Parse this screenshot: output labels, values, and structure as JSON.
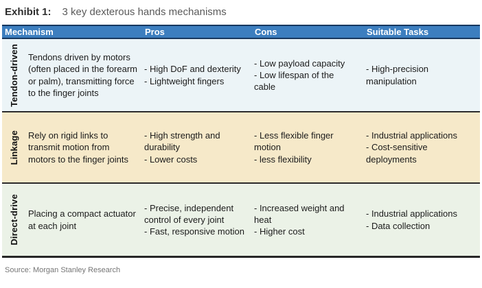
{
  "title": {
    "exhibit": "Exhibit 1:",
    "text": "3 key dexterous hands mechanisms"
  },
  "table": {
    "headers": [
      "Mechanism",
      "Pros",
      "Cons",
      "Suitable Tasks"
    ],
    "header_color": "#3c7ebf",
    "header_border_color": "#17375e",
    "row_colors": [
      "#ecf4f7",
      "#f6e9c9",
      "#ebf2e7"
    ],
    "rows": [
      {
        "mechanism": "Tendon-driven",
        "description": "Tendons driven by motors (often placed in the forearm or palm), transmitting force to the finger joints",
        "pros": [
          "- High DoF and dexterity",
          "- Lightweight fingers"
        ],
        "cons": [
          "- Low payload capacity",
          "- Low lifespan of the cable"
        ],
        "tasks": [
          "- High-precision manipulation"
        ]
      },
      {
        "mechanism": "Linkage",
        "description": "Rely on rigid links to transmit motion from motors to the finger joints",
        "pros": [
          "- High strength and durability",
          "- Lower costs"
        ],
        "cons": [
          "- Less flexible finger motion",
          "- less flexibility"
        ],
        "tasks": [
          "- Industrial applications",
          "- Cost-sensitive deployments"
        ]
      },
      {
        "mechanism": "Direct-drive",
        "description": "Placing a compact actuator at each joint",
        "pros": [
          "- Precise, independent control of every joint",
          "- Fast, responsive motion"
        ],
        "cons": [
          "- Increased weight and heat",
          "- Higher cost"
        ],
        "tasks": [
          "- Industrial applications",
          "- Data collection"
        ]
      }
    ]
  },
  "footer": {
    "source": "Source: Morgan Stanley Research"
  }
}
